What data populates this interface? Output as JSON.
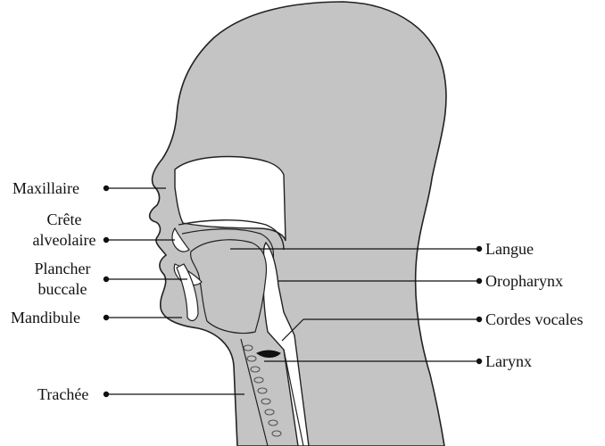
{
  "labels": {
    "maxillaire": "Maxillaire",
    "crete_line1": "Crête",
    "crete_line2": "alveolaire",
    "plancher_line1": "Plancher",
    "plancher_line2": "buccale",
    "mandibule": "Mandibule",
    "trachee": "Trachée",
    "langue": "Langue",
    "oropharynx": "Oropharynx",
    "cordes_vocales": "Cordes vocales",
    "larynx": "Larynx"
  },
  "colors": {
    "head_fill": "#c4c4c4",
    "outline": "#222222",
    "cavity": "#ffffff",
    "leader": "#111111"
  }
}
